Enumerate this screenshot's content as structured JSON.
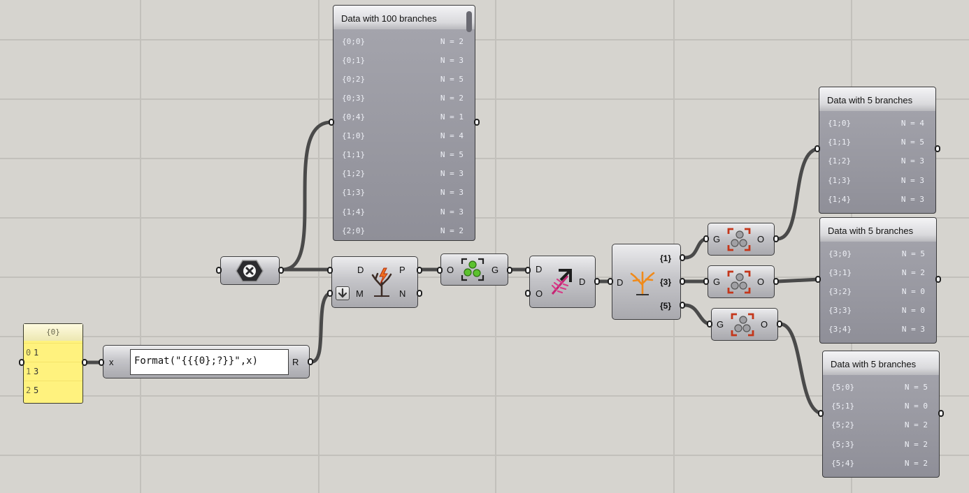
{
  "canvas": {
    "background": "#d6d4cf"
  },
  "panel_main": {
    "title": "Data with 100 branches",
    "rows": [
      {
        "path": "{0;0}",
        "count": "N = 2"
      },
      {
        "path": "{0;1}",
        "count": "N = 3"
      },
      {
        "path": "{0;2}",
        "count": "N = 5"
      },
      {
        "path": "{0;3}",
        "count": "N = 2"
      },
      {
        "path": "{0;4}",
        "count": "N = 1"
      },
      {
        "path": "{1;0}",
        "count": "N = 4"
      },
      {
        "path": "{1;1}",
        "count": "N = 5"
      },
      {
        "path": "{1;2}",
        "count": "N = 3"
      },
      {
        "path": "{1;3}",
        "count": "N = 3"
      },
      {
        "path": "{1;4}",
        "count": "N = 3"
      },
      {
        "path": "{2;0}",
        "count": "N = 2"
      }
    ]
  },
  "panel_1": {
    "title": "Data with 5 branches",
    "rows": [
      {
        "path": "{1;0}",
        "count": "N = 4"
      },
      {
        "path": "{1;1}",
        "count": "N = 5"
      },
      {
        "path": "{1;2}",
        "count": "N = 3"
      },
      {
        "path": "{1;3}",
        "count": "N = 3"
      },
      {
        "path": "{1;4}",
        "count": "N = 3"
      }
    ]
  },
  "panel_3": {
    "title": "Data with 5 branches",
    "rows": [
      {
        "path": "{3;0}",
        "count": "N = 5"
      },
      {
        "path": "{3;1}",
        "count": "N = 2"
      },
      {
        "path": "{3;2}",
        "count": "N = 0"
      },
      {
        "path": "{3;3}",
        "count": "N = 0"
      },
      {
        "path": "{3;4}",
        "count": "N = 3"
      }
    ]
  },
  "panel_5": {
    "title": "Data with 5 branches",
    "rows": [
      {
        "path": "{5;0}",
        "count": "N = 5"
      },
      {
        "path": "{5;1}",
        "count": "N = 0"
      },
      {
        "path": "{5;2}",
        "count": "N = 2"
      },
      {
        "path": "{5;3}",
        "count": "N = 2"
      },
      {
        "path": "{5;4}",
        "count": "N = 2"
      }
    ]
  },
  "yellow_list": {
    "header": "{0}",
    "items": [
      {
        "index": "0",
        "value": "1"
      },
      {
        "index": "1",
        "value": "3"
      },
      {
        "index": "2",
        "value": "5"
      }
    ]
  },
  "expression": {
    "input": "x",
    "text": "Format(\"{{{0};?}}\",x)",
    "output": "R"
  },
  "tree_split": {
    "input_d": "D",
    "input_m": "M",
    "output_p": "P",
    "output_n": "N"
  },
  "group_node": {
    "input": "O",
    "output": "G"
  },
  "clean_node": {
    "input_d": "D",
    "input_o": "O",
    "output": "D"
  },
  "explode_tree": {
    "input": "D",
    "outputs": [
      "{1}",
      "{3}",
      "{5}"
    ]
  },
  "ungroup_nodes": [
    {
      "input": "G",
      "output": "O"
    },
    {
      "input": "G",
      "output": "O"
    },
    {
      "input": "G",
      "output": "O"
    }
  ],
  "icons": {
    "random_reduce": "hexagon-x-icon",
    "split_tree": "lightning-tree-icon",
    "group": "green-group-icon",
    "clean": "arrow-feather-icon",
    "explode": "orange-tree-icon",
    "ungroup": "ungroup-icon",
    "flatten_toggle": "down-arrow-icon"
  },
  "colors": {
    "wire": "#4a4a4a",
    "panel_fill": "#9b9ba3",
    "list_yellow": "#fff27e",
    "icon_red": "#c4361a",
    "icon_green": "#4caf2a",
    "icon_pink": "#d0287a",
    "icon_orange": "#f08a1a"
  }
}
